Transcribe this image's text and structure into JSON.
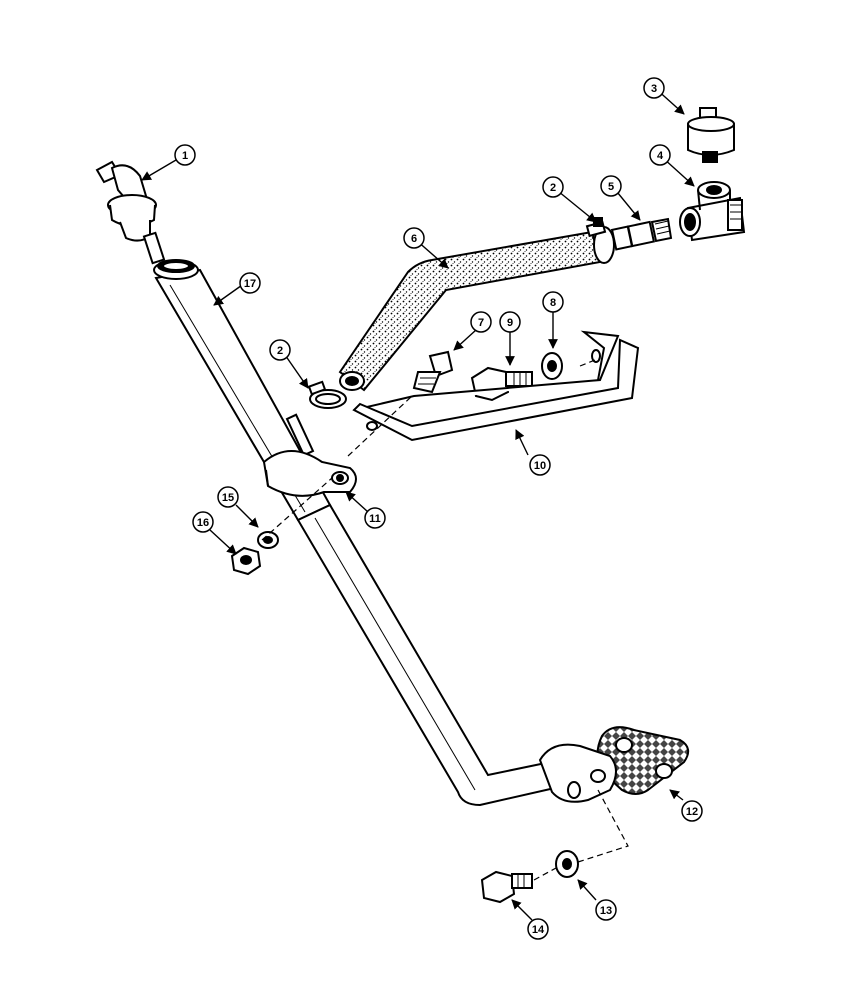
{
  "diagram": {
    "ink_color": "#000000",
    "paper_color": "#ffffff",
    "callouts": [
      {
        "id": "c1",
        "label": "1"
      },
      {
        "id": "c2a",
        "label": "2"
      },
      {
        "id": "c2b",
        "label": "2"
      },
      {
        "id": "c3",
        "label": "3"
      },
      {
        "id": "c4",
        "label": "4"
      },
      {
        "id": "c5",
        "label": "5"
      },
      {
        "id": "c6",
        "label": "6"
      },
      {
        "id": "c7",
        "label": "7"
      },
      {
        "id": "c8",
        "label": "8"
      },
      {
        "id": "c9",
        "label": "9"
      },
      {
        "id": "c10",
        "label": "10"
      },
      {
        "id": "c11",
        "label": "11"
      },
      {
        "id": "c12",
        "label": "12"
      },
      {
        "id": "c13",
        "label": "13"
      },
      {
        "id": "c14",
        "label": "14"
      },
      {
        "id": "c15",
        "label": "15"
      },
      {
        "id": "c16",
        "label": "16"
      },
      {
        "id": "c17",
        "label": "17"
      }
    ]
  }
}
